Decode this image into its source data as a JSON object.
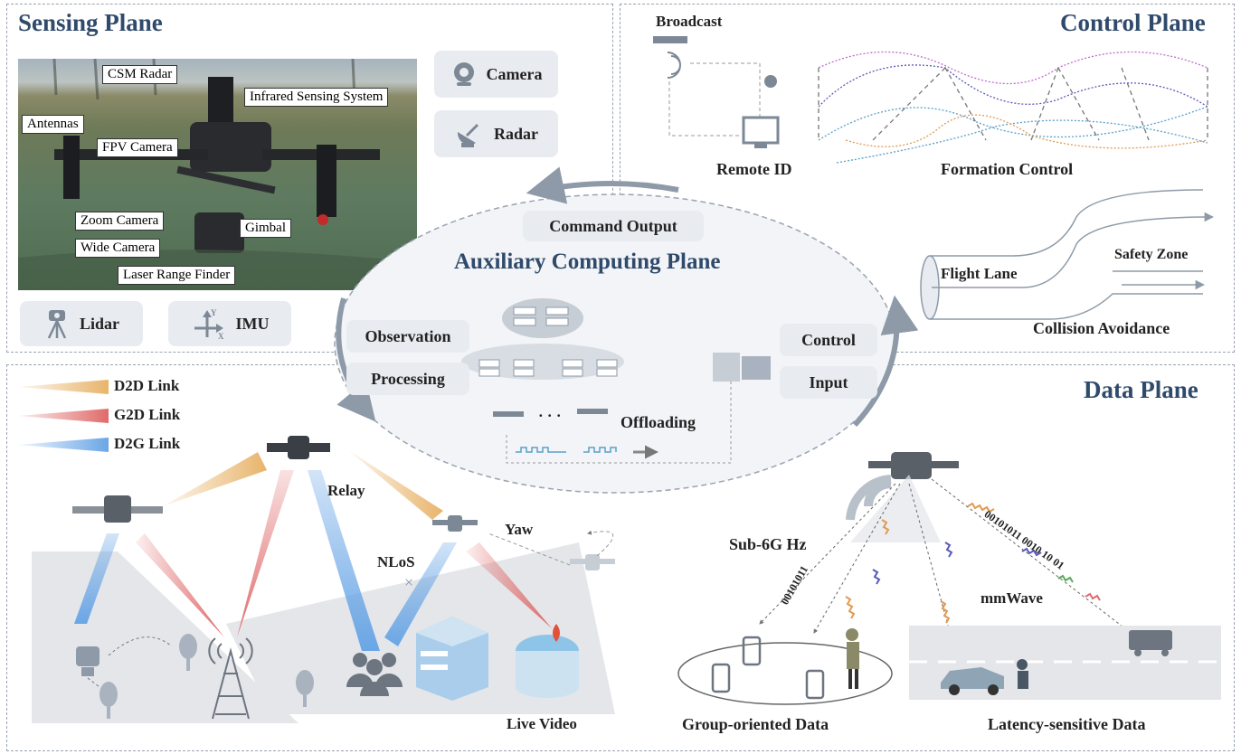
{
  "planes": {
    "sensing": "Sensing Plane",
    "control": "Control Plane",
    "data": "Data Plane",
    "auxiliary": "Auxiliary Computing Plane"
  },
  "sensing": {
    "photo_callouts": [
      "CSM Radar",
      "Infrared Sensing System",
      "Antennas",
      "FPV Camera",
      "Zoom Camera",
      "Gimbal",
      "Wide Camera",
      "Laser Range Finder"
    ],
    "sensors": [
      "Camera",
      "Radar",
      "Lidar",
      "IMU"
    ],
    "imu_axes": {
      "y": "Y",
      "x": "X"
    }
  },
  "control": {
    "broadcast": "Broadcast",
    "remote_id": "Remote ID",
    "formation": "Formation Control",
    "flight_lane": "Flight Lane",
    "safety_zone": "Safety Zone",
    "collision": "Collision Avoidance"
  },
  "auxiliary": {
    "command_output": "Command Output",
    "observation": "Observation",
    "processing": "Processing",
    "control": "Control",
    "input": "Input",
    "offloading": "Offloading",
    "dots": "· · ·"
  },
  "data": {
    "legend": [
      "D2D Link",
      "G2D Link",
      "D2G Link"
    ],
    "relay": "Relay",
    "yaw": "Yaw",
    "nlos": "NLoS",
    "live_video": "Live Video",
    "sub6": "Sub-6G Hz",
    "mmwave": "mmWave",
    "bits_left": "00101011",
    "bits_right": "00101011 0010 10 01",
    "group": "Group-oriented Data",
    "latency": "Latency-sensitive Data"
  },
  "colors": {
    "title": "#2f4a6b",
    "d2d": "#e8b46a",
    "g2d": "#e06a6a",
    "d2g": "#6aa6e6",
    "arrow": "#8e9aa8"
  }
}
